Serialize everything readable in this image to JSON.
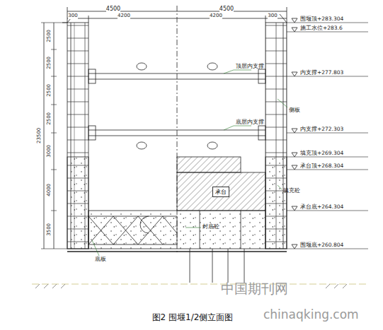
{
  "diagram": {
    "caption": "图2 围堰1/2侧立面图",
    "nodes": [
      {
        "text": [
          "承台"
        ]
      }
    ],
    "labels": [
      "4500",
      "4500",
      "300",
      "4200",
      "4200",
      "300",
      "围堰顶+283.304",
      "施工水位+283.6",
      "顶层内支撑",
      "内支撑+277.803",
      "侧板",
      "底层内支撑",
      "内支撑+272.303",
      "填充顶+269.304",
      "承台顶+268.304",
      "填充砼",
      "承台底+264.304",
      "封底砼",
      "围堰底+260.804",
      "底板",
      "23500",
      "2500",
      "2500",
      "2500",
      "2500",
      "3000",
      "4000",
      "3500",
      "中国期刊网",
      "chinaqking.com"
    ]
  }
}
